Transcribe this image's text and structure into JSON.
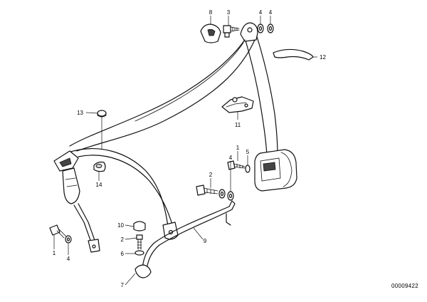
{
  "diagram": {
    "catalog_number": "00009422",
    "callouts": [
      {
        "id": "c-8-top",
        "label": "8"
      },
      {
        "id": "c-3-top",
        "label": "3"
      },
      {
        "id": "c-4-top-a",
        "label": "4"
      },
      {
        "id": "c-4-top-b",
        "label": "4"
      },
      {
        "id": "c-12",
        "label": "12"
      },
      {
        "id": "c-13",
        "label": "13"
      },
      {
        "id": "c-11",
        "label": "11"
      },
      {
        "id": "c-1-mid",
        "label": "1"
      },
      {
        "id": "c-5",
        "label": "5"
      },
      {
        "id": "c-4-mid",
        "label": "4"
      },
      {
        "id": "c-2-mid",
        "label": "2"
      },
      {
        "id": "c-14",
        "label": "14"
      },
      {
        "id": "c-9",
        "label": "9"
      },
      {
        "id": "c-10",
        "label": "10"
      },
      {
        "id": "c-2-low",
        "label": "2"
      },
      {
        "id": "c-6",
        "label": "6"
      },
      {
        "id": "c-7",
        "label": "7"
      },
      {
        "id": "c-1-left",
        "label": "1"
      },
      {
        "id": "c-4-left",
        "label": "4"
      }
    ]
  }
}
